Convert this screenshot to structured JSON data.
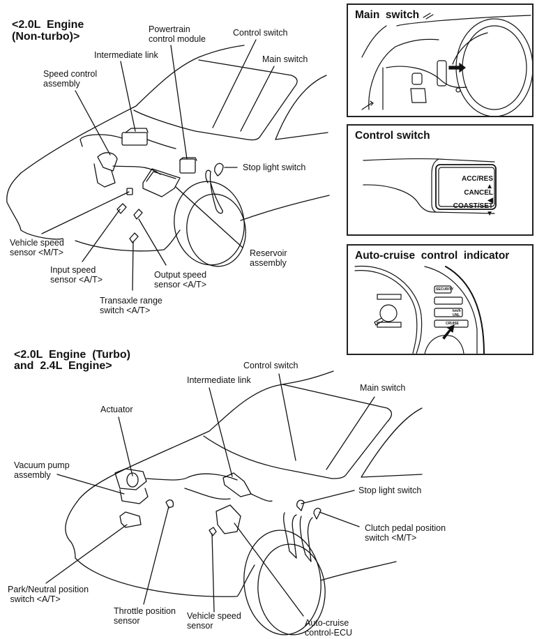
{
  "colors": {
    "ink": "#111111",
    "paper": "#ffffff"
  },
  "diagram_top": {
    "title_line1": "<2.0L  Engine",
    "title_line2": "(Non-turbo)>",
    "labels": {
      "powertrain_control_module": "Powertrain\ncontrol module",
      "control_switch": "Control switch",
      "main_switch": "Main switch",
      "intermediate_link": "Intermediate link",
      "speed_control_assembly": "Speed control\nassembly",
      "stop_light_switch": "Stop light switch",
      "vehicle_speed_sensor_mt": "Vehicle speed\nsensor <M/T>",
      "input_speed_sensor": "Input speed\nsensor <A/T>",
      "output_speed_sensor": "Output speed\nsensor <A/T>",
      "transaxle_range_switch": "Transaxle range\nswitch <A/T>",
      "reservoir_assembly": "Reservoir\nassembly"
    }
  },
  "diagram_bottom": {
    "title_line1": "<2.0L  Engine  (Turbo)",
    "title_line2": "and  2.4L  Engine>",
    "labels": {
      "control_switch": "Control switch",
      "intermediate_link": "Intermediate link",
      "main_switch": "Main switch",
      "actuator": "Actuator",
      "vacuum_pump_assembly": "Vacuum pump\nassembly",
      "stop_light_switch": "Stop light switch",
      "clutch_pedal_position_switch": "Clutch pedal position\nswitch <M/T>",
      "park_neutral_position_switch": "Park/Neutral position\n switch <A/T>",
      "throttle_position_sensor": "Throttle position\nsensor",
      "vehicle_speed_sensor": "Vehicle speed\nsensor",
      "auto_cruise_ecu": "Auto-cruise\ncontrol-ECU"
    }
  },
  "panels": {
    "main_switch": {
      "title": "Main  switch"
    },
    "control_switch": {
      "title": "Control switch",
      "buttons": [
        {
          "label": "ACC/RES",
          "glyph": "▲"
        },
        {
          "label": "CANCEL",
          "glyph": "◀"
        },
        {
          "label": "COAST/SET",
          "glyph": "▼"
        }
      ]
    },
    "indicator": {
      "title": "Auto-cruise  control  indicator",
      "lamps": {
        "security": "SECURITY",
        "cruise": "CRUISE",
        "unit": "km/h\nUNL"
      }
    }
  }
}
